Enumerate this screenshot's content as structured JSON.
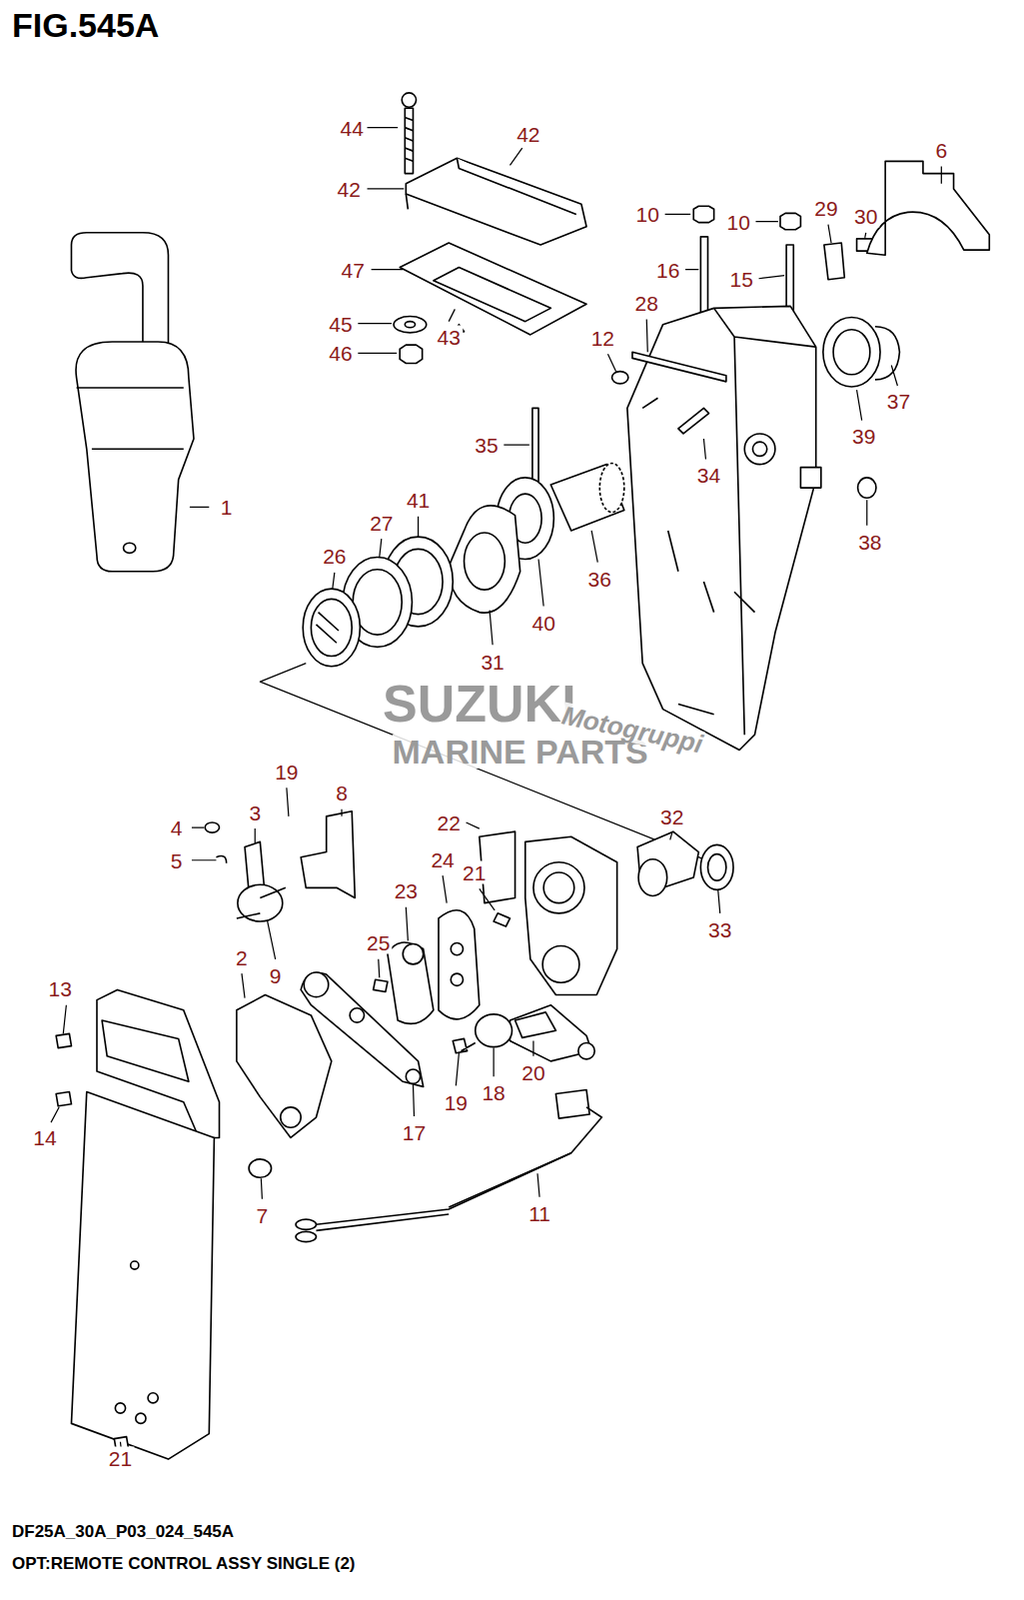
{
  "diagram": {
    "title": "FIG.545A",
    "caption": "OPT:REMOTE CONTROL ASSY SINGLE (2)",
    "labels": [
      "44",
      "42",
      "42",
      "47",
      "43",
      "45",
      "46",
      "10",
      "10",
      "29",
      "30",
      "6",
      "16",
      "15",
      "28",
      "12",
      "37",
      "39",
      "35",
      "34",
      "38",
      "36",
      "41",
      "27",
      "26",
      "40",
      "31",
      "1",
      "19",
      "8",
      "3",
      "4",
      "5",
      "22",
      "32",
      "21",
      "24",
      "23",
      "33",
      "25",
      "9",
      "2",
      "13",
      "14",
      "20",
      "18",
      "19",
      "17",
      "11",
      "7",
      "21",
      "SUZUKI",
      "MARINE PARTS",
      "Motogruppi",
      "DF25A_30A_P03_024_545A"
    ]
  }
}
